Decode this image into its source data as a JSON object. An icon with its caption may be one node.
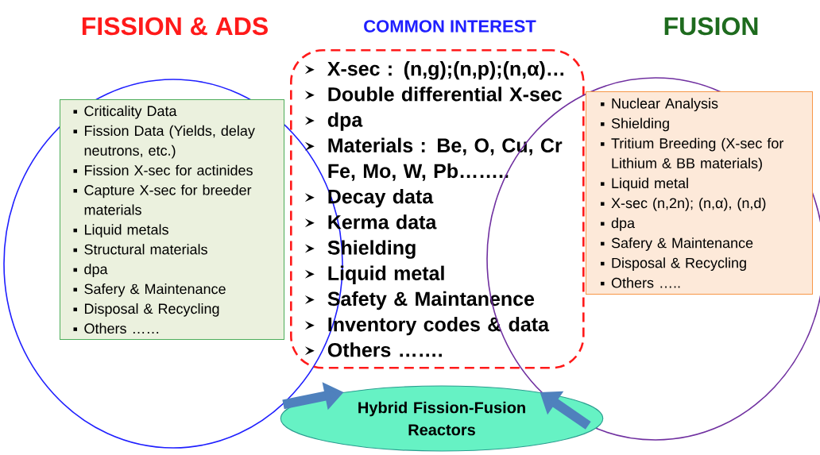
{
  "diagram": {
    "nodes": [
      {
        "text": [
          "FISSION & ADS"
        ]
      },
      {
        "text": [
          "Criticality Data",
          "Fission Data (Yields, delay neutrons, etc.)",
          "Fission X-sec for actinides",
          "Capture X-sec for breeder materials",
          "Liquid metals",
          "Structural materials",
          "dpa",
          "Safery & Maintenance",
          "Disposal & Recycling",
          "Others ……"
        ],
        "in": 0
      },
      {
        "text": [
          "COMMON INTEREST",
          "X-sec : (n,g);(n,p);(n,α)…",
          "Double differential X-sec",
          "dpa",
          "Materials :  Be, O, Cu, Cr Fe, Mo, W, Pb……..",
          "Decay data",
          "Kerma data",
          "Shielding",
          "Liquid metal",
          "Safety & Maintanence",
          "Inventory codes & data",
          "Others ……."
        ]
      },
      {
        "text": [
          "FUSION"
        ]
      },
      {
        "text": [
          "Nuclear Analysis",
          "Shielding",
          "Tritium Breeding (X-sec for Lithium & BB materials)",
          "Liquid metal",
          "X-sec (n,2n); (n,α), (n,d)",
          "dpa",
          "Safery & Maintenance",
          "Disposal & Recycling",
          "Others ….."
        ],
        "in": 3
      },
      {
        "text": [
          "Hybrid Fission-Fusion Reactors"
        ]
      }
    ],
    "edges": [
      {
        "from": 0,
        "to": 5,
        "arrow": "to"
      },
      {
        "from": 3,
        "to": 5,
        "arrow": "to"
      }
    ]
  }
}
